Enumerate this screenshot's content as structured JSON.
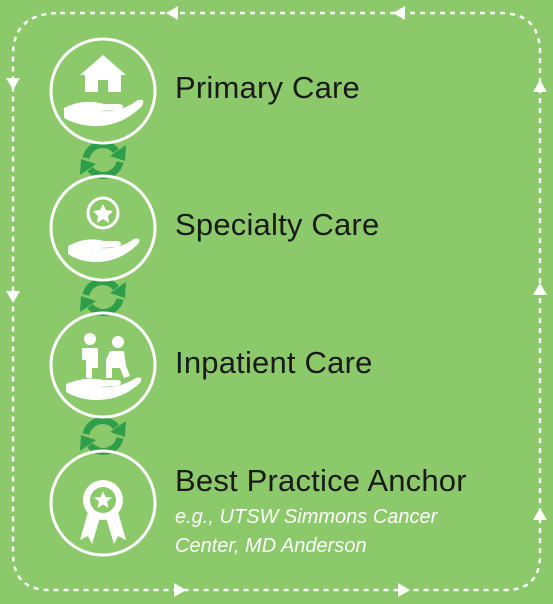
{
  "colors": {
    "background": "#8cc96b",
    "icon_stroke": "#ffffff",
    "cycle_arrow": "#2e9e4a",
    "text": "#1a1a1a"
  },
  "steps": [
    {
      "label": "Primary Care",
      "icon": "house-hand-icon"
    },
    {
      "label": "Specialty Care",
      "icon": "star-hand-icon"
    },
    {
      "label": "Inpatient Care",
      "icon": "patients-hand-icon"
    },
    {
      "label": "Best Practice Anchor",
      "icon": "award-ribbon-icon"
    }
  ],
  "anchor_example": {
    "line1": "e.g., UTSW Simmons Cancer",
    "line2": "Center, MD Anderson"
  },
  "connector_icon": "cycle-arrows-icon",
  "border_style": "dashed-loop-arrows"
}
